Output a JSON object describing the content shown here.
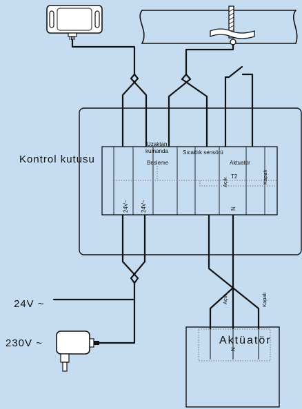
{
  "background_color": "#c6dcf0",
  "labels": {
    "control_box": "Kontrol kutusu",
    "supply_24v": "24V ~",
    "supply_230v": "230V ~"
  },
  "terminal_block": {
    "remote_control_line1": "Uzaktan",
    "remote_control_line2": "kumanda",
    "power_supply": "Besleme",
    "temperature_sensor": "Sıcaklık sensörü",
    "actuator": "Aktuatör",
    "terminal_t2": "T2",
    "open": "Açık",
    "closed": "Kapalı",
    "terminal_24v_1": "24V~",
    "terminal_24v_2": "24V~",
    "neutral": "N"
  },
  "actuator": {
    "title": "Aktüatör",
    "open": "Açık",
    "closed": "Kapalı",
    "neutral": "N"
  }
}
